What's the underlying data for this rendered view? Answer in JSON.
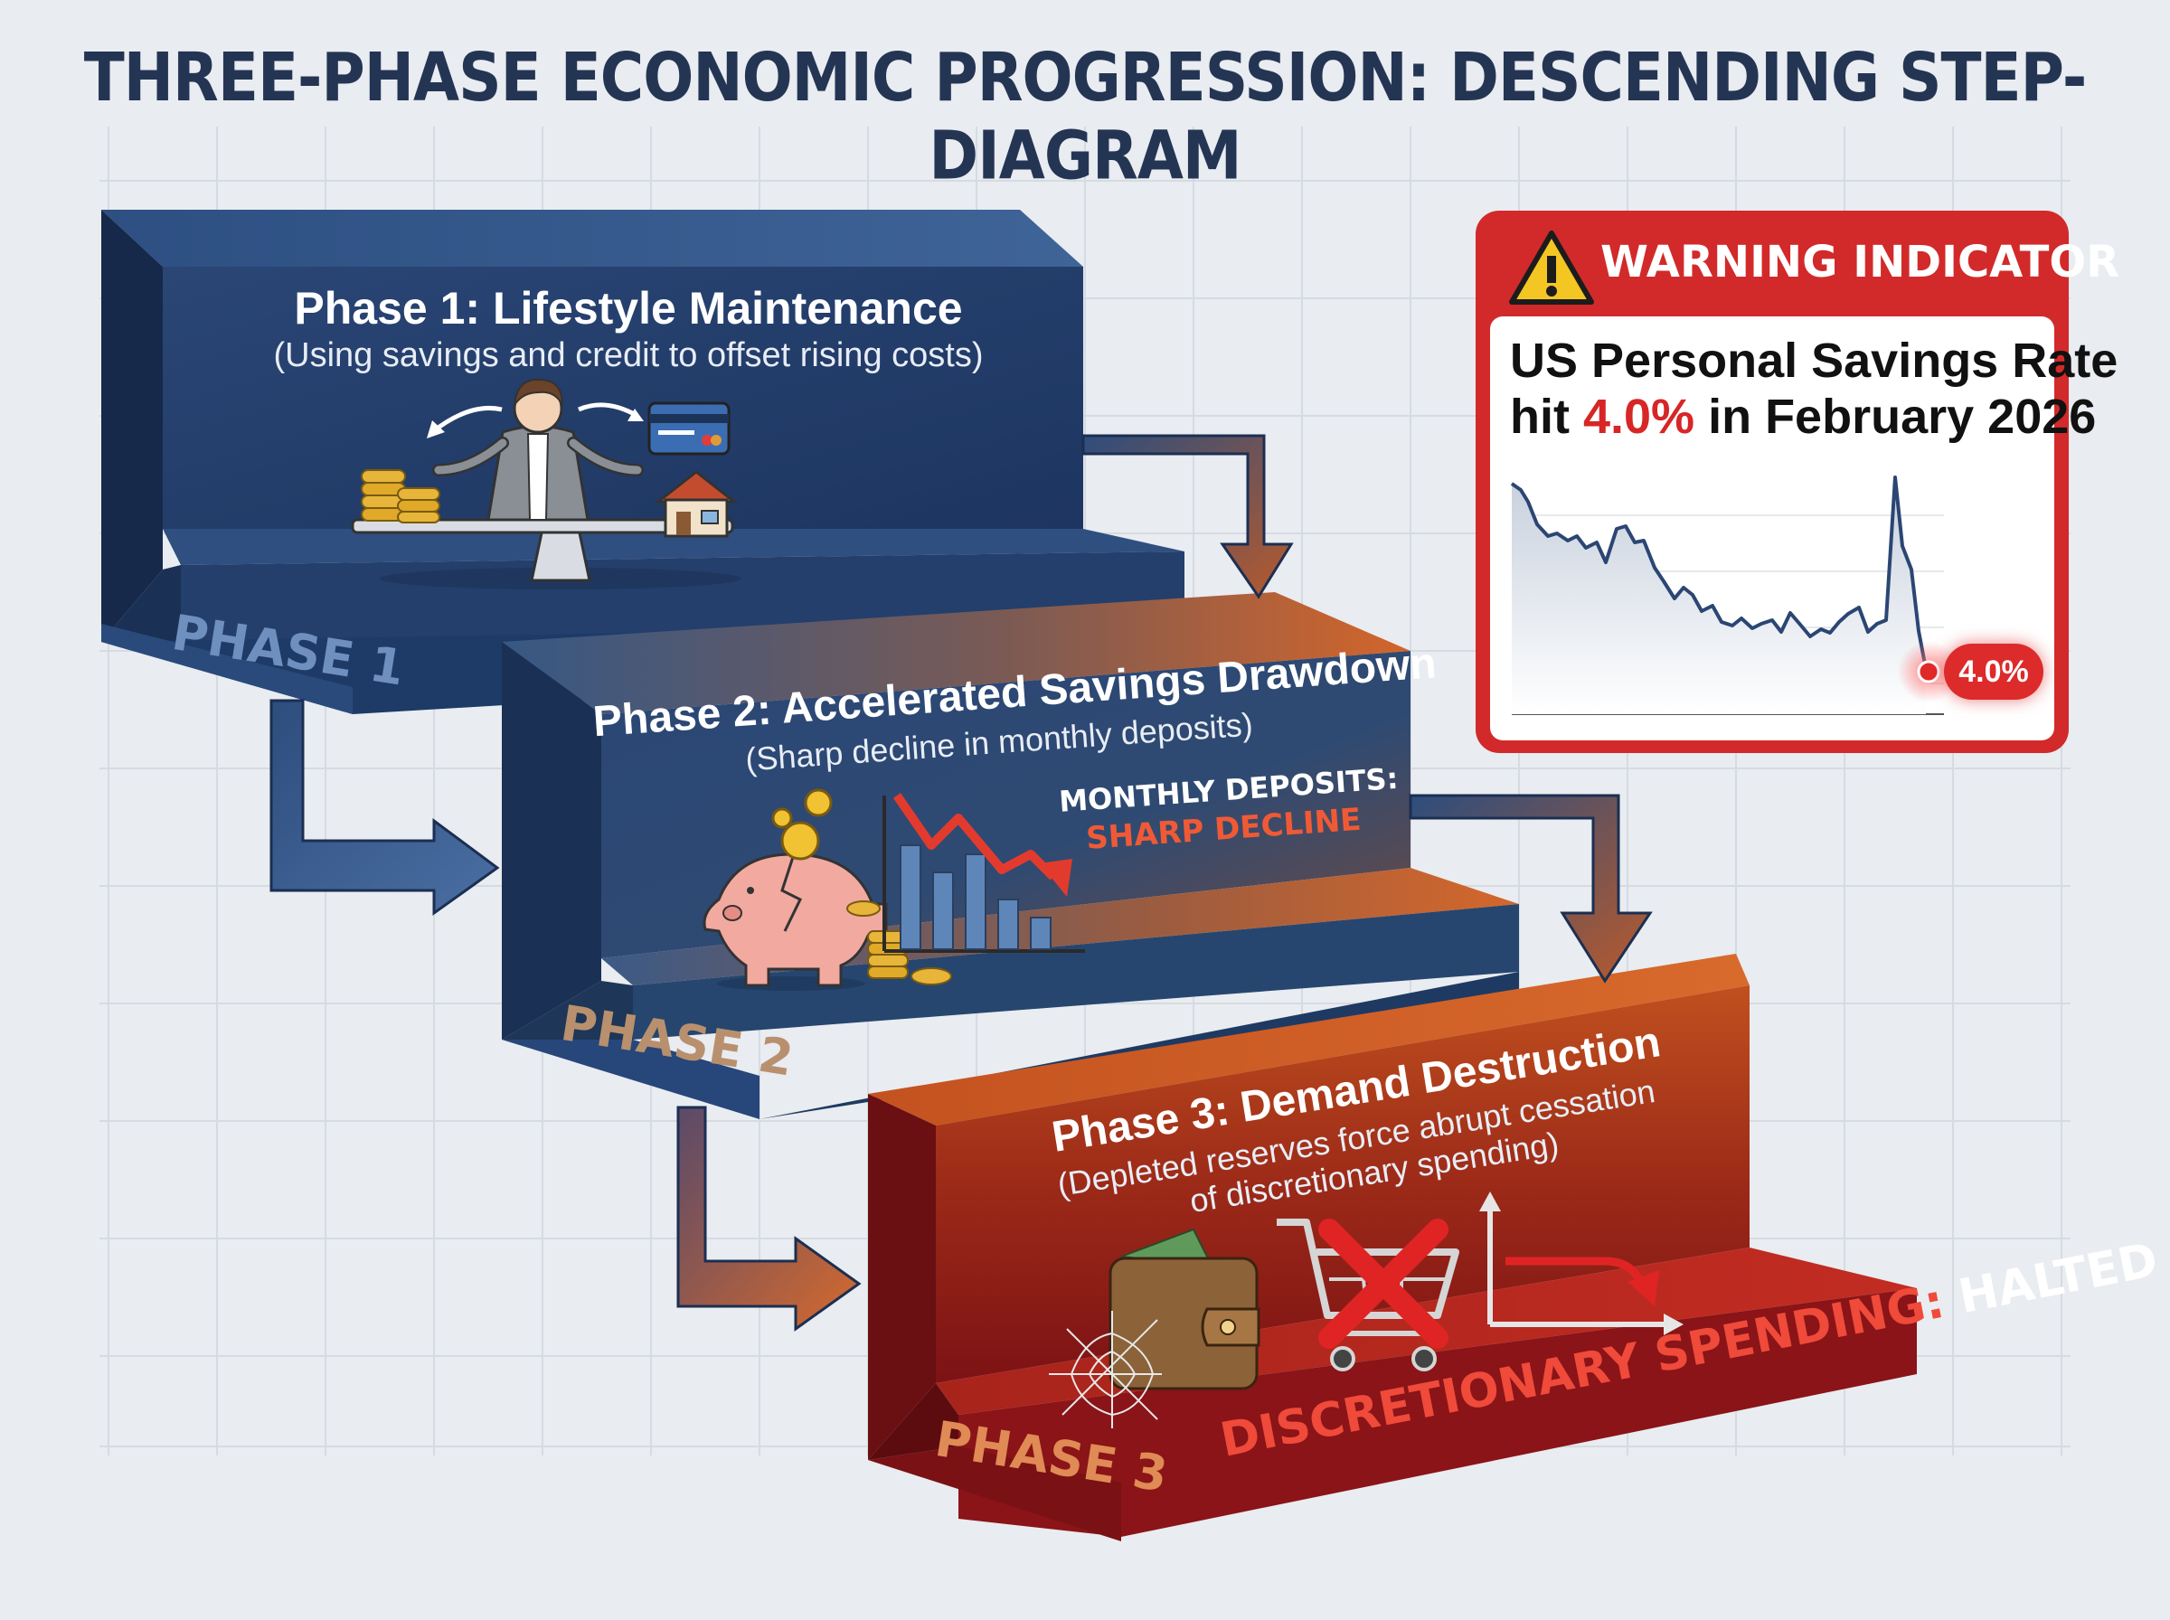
{
  "title": "THREE-PHASE ECONOMIC PROGRESSION: DESCENDING STEP-DIAGRAM",
  "phases": [
    {
      "title": "Phase 1: Lifestyle Maintenance",
      "subtitle": "(Using savings and credit to offset rising costs)",
      "label": "PHASE 1"
    },
    {
      "title": "Phase 2: Accelerated Savings Drawdown",
      "subtitle": "(Sharp decline in monthly deposits)",
      "label": "PHASE 2",
      "callout_line1": "MONTHLY DEPOSITS:",
      "callout_line2": "SHARP DECLINE"
    },
    {
      "title": "Phase 3: Demand Destruction",
      "subtitle_line1": "(Depleted reserves force abrupt cessation",
      "subtitle_line2": "of discretionary spending)",
      "label": "PHASE 3",
      "callout_part1": "DISCRETIONARY SPENDING:",
      "callout_part2": "HALTED"
    }
  ],
  "warning": {
    "heading": "WARNING INDICATOR",
    "line1": "US Personal Savings Rate",
    "line2_pre": "hit ",
    "line2_value": "4.0%",
    "line2_post": " in February 2026",
    "badge": "4.0%"
  },
  "colors": {
    "navy": "#1f3a64",
    "orange": "#c8571f",
    "red": "#8f1518",
    "warning_red": "#d72626",
    "title": "#243554"
  },
  "icons": [
    "balance-scale-icon",
    "businessman-icon",
    "gold-coins-icon",
    "credit-card-icon",
    "house-icon",
    "piggy-bank-icon",
    "bar-chart-decline-icon",
    "empty-wallet-icon",
    "cobweb-icon",
    "shopping-cart-crossed-icon",
    "halted-trend-arrow-icon",
    "warning-triangle-icon",
    "savings-rate-line-chart"
  ]
}
